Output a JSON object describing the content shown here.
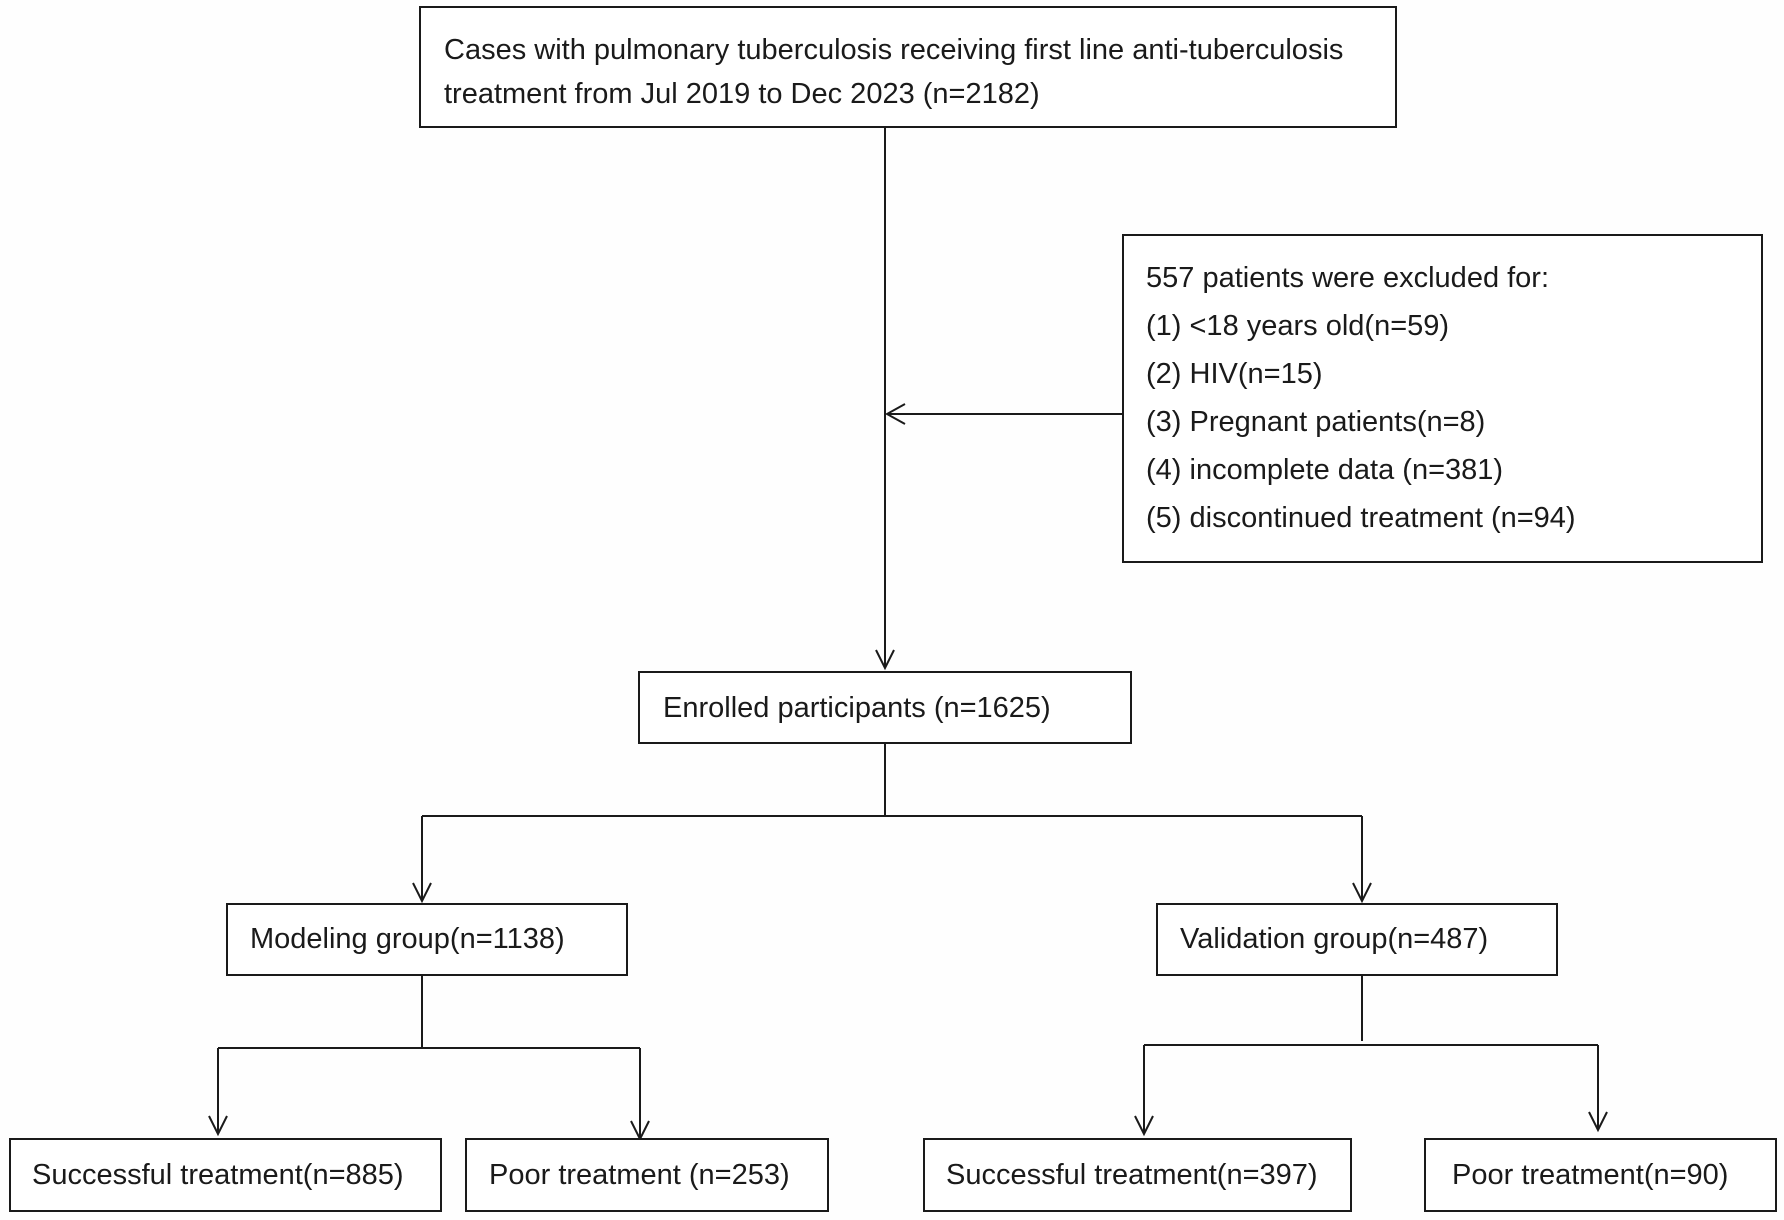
{
  "boxes": {
    "source": {
      "lines": [
        "Cases with pulmonary tuberculosis receiving first line anti-tuberculosis",
        "treatment from Jul 2019 to Dec 2023 (n=2182)"
      ]
    },
    "excluded": {
      "lines": [
        "557 patients were excluded for:",
        "(1) <18 years old(n=59)",
        "(2) HIV(n=15)",
        "(3) Pregnant patients(n=8)",
        "(4) incomplete data (n=381)",
        "(5) discontinued treatment (n=94)"
      ]
    },
    "enrolled": {
      "label": "Enrolled participants (n=1625)"
    },
    "modeling": {
      "label": "Modeling group(n=1138)"
    },
    "validation": {
      "label": "Validation group(n=487)"
    },
    "modeling_success": {
      "label": "Successful treatment(n=885)"
    },
    "modeling_poor": {
      "label": "Poor treatment (n=253)"
    },
    "validation_success": {
      "label": "Successful treatment(n=397)"
    },
    "validation_poor": {
      "label": "Poor treatment(n=90)"
    }
  },
  "colors": {
    "stroke": "#1a1a1a",
    "background": "#fefefe"
  }
}
